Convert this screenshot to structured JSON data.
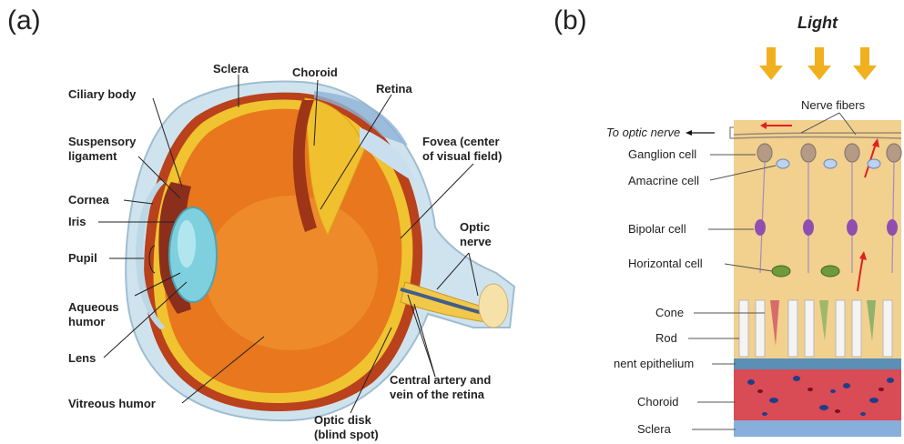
{
  "panels": {
    "a": "(a)",
    "b": "(b)"
  },
  "eye": {
    "labels": {
      "sclera": "Sclera",
      "choroid": "Choroid",
      "retina": "Retina",
      "ciliary_body": "Ciliary body",
      "suspensory_1": "Suspensory",
      "suspensory_2": "ligament",
      "cornea": "Cornea",
      "iris": "Iris",
      "pupil": "Pupil",
      "aqueous_1": "Aqueous",
      "aqueous_2": "humor",
      "lens": "Lens",
      "vitreous": "Vitreous humor",
      "fovea_1": "Fovea (center",
      "fovea_2": "of visual field)",
      "optic_nerve_1": "Optic",
      "optic_nerve_2": "nerve",
      "central_1": "Central artery and",
      "central_2": "vein of the retina",
      "disk_1": "Optic disk",
      "disk_2": "(blind spot)"
    }
  },
  "retina": {
    "title": "Light",
    "labels": {
      "nerve_fibers": "Nerve fibers",
      "to_optic": "To optic nerve",
      "ganglion": "Ganglion cell",
      "amacrine": "Amacrine cell",
      "bipolar": "Bipolar cell",
      "horizontal": "Horizontal cell",
      "cone": "Cone",
      "rod": "Rod",
      "epithelium": "nent epithelium",
      "choroid": "Choroid",
      "sclera": "Sclera"
    },
    "colors": {
      "background": "#f2d08e",
      "epithelium": "#5b8fb5",
      "choroid": "#d94b55",
      "sclera": "#88aedb",
      "arrow": "#f0b020"
    }
  }
}
